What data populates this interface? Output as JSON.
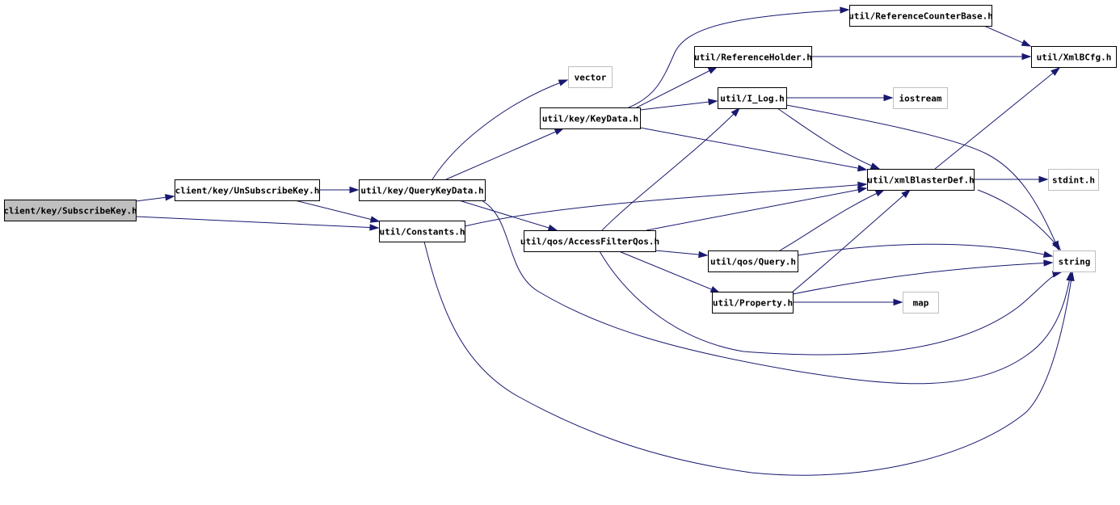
{
  "colors": {
    "edge": "#191970",
    "node_border": "#000000",
    "external_border": "#bfbfbf",
    "root_fill": "#bfbfbf",
    "node_fill": "#ffffff"
  },
  "nodes": {
    "subscribe_key": {
      "label": "client/key/SubscribeKey.h",
      "kind": "root"
    },
    "unsubscribe_key": {
      "label": "client/key/UnSubscribeKey.h",
      "kind": "file"
    },
    "query_key_data": {
      "label": "util/key/QueryKeyData.h",
      "kind": "file"
    },
    "constants": {
      "label": "util/Constants.h",
      "kind": "file"
    },
    "vector": {
      "label": "vector",
      "kind": "external"
    },
    "key_data": {
      "label": "util/key/KeyData.h",
      "kind": "file"
    },
    "access_filter_qos": {
      "label": "util/qos/AccessFilterQos.h",
      "kind": "file"
    },
    "reference_counter_base": {
      "label": "util/ReferenceCounterBase.h",
      "kind": "file"
    },
    "reference_holder": {
      "label": "util/ReferenceHolder.h",
      "kind": "file"
    },
    "i_log": {
      "label": "util/I_Log.h",
      "kind": "file"
    },
    "query": {
      "label": "util/qos/Query.h",
      "kind": "file"
    },
    "property": {
      "label": "util/Property.h",
      "kind": "file"
    },
    "xml_bcfg": {
      "label": "util/XmlBCfg.h",
      "kind": "file"
    },
    "iostream": {
      "label": "iostream",
      "kind": "external"
    },
    "xml_blaster_def": {
      "label": "util/xmlBlasterDef.h",
      "kind": "file"
    },
    "stdint": {
      "label": "stdint.h",
      "kind": "external"
    },
    "string": {
      "label": "string",
      "kind": "external"
    },
    "map": {
      "label": "map",
      "kind": "external"
    }
  },
  "edges": [
    {
      "from": "subscribe_key",
      "to": "unsubscribe_key"
    },
    {
      "from": "subscribe_key",
      "to": "constants"
    },
    {
      "from": "unsubscribe_key",
      "to": "query_key_data"
    },
    {
      "from": "unsubscribe_key",
      "to": "constants"
    },
    {
      "from": "query_key_data",
      "to": "vector"
    },
    {
      "from": "query_key_data",
      "to": "key_data"
    },
    {
      "from": "query_key_data",
      "to": "access_filter_qos"
    },
    {
      "from": "query_key_data",
      "to": "string"
    },
    {
      "from": "constants",
      "to": "xml_blaster_def"
    },
    {
      "from": "constants",
      "to": "string"
    },
    {
      "from": "key_data",
      "to": "reference_counter_base"
    },
    {
      "from": "key_data",
      "to": "reference_holder"
    },
    {
      "from": "key_data",
      "to": "i_log"
    },
    {
      "from": "key_data",
      "to": "xml_blaster_def"
    },
    {
      "from": "access_filter_qos",
      "to": "i_log"
    },
    {
      "from": "access_filter_qos",
      "to": "xml_blaster_def"
    },
    {
      "from": "access_filter_qos",
      "to": "query"
    },
    {
      "from": "access_filter_qos",
      "to": "property"
    },
    {
      "from": "access_filter_qos",
      "to": "string"
    },
    {
      "from": "reference_counter_base",
      "to": "xml_bcfg"
    },
    {
      "from": "reference_holder",
      "to": "xml_bcfg"
    },
    {
      "from": "i_log",
      "to": "iostream"
    },
    {
      "from": "i_log",
      "to": "xml_blaster_def"
    },
    {
      "from": "i_log",
      "to": "string"
    },
    {
      "from": "xml_blaster_def",
      "to": "xml_bcfg"
    },
    {
      "from": "xml_blaster_def",
      "to": "stdint"
    },
    {
      "from": "xml_blaster_def",
      "to": "string"
    },
    {
      "from": "query",
      "to": "xml_blaster_def"
    },
    {
      "from": "query",
      "to": "string"
    },
    {
      "from": "property",
      "to": "xml_blaster_def"
    },
    {
      "from": "property",
      "to": "map"
    },
    {
      "from": "property",
      "to": "string"
    }
  ]
}
